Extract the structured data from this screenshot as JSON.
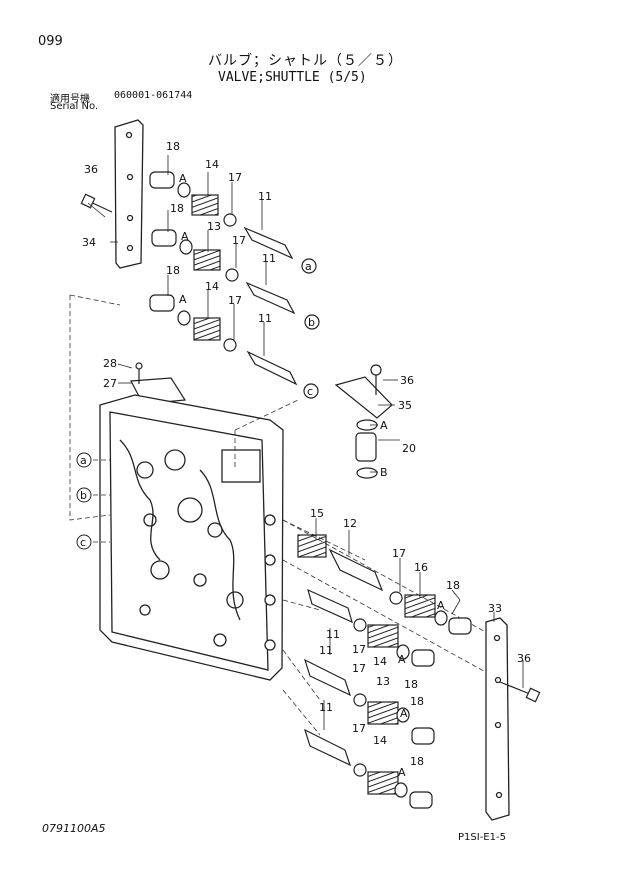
{
  "header": {
    "page_number": "099",
    "title_jp": "バルブ；シャトル（５／５）",
    "title_en": "VALVE;SHUTTLE (5/5)",
    "serial_label_jp": "適用号機",
    "serial_label_en": "Serial No.",
    "serial_range": "060001-061744"
  },
  "footer": {
    "drawing_code": "0791100A5",
    "page_code": "P1SI-E1-5"
  },
  "callouts": {
    "n11": "11",
    "n12": "12",
    "n13": "13",
    "n14": "14",
    "n15": "15",
    "n16": "16",
    "n17": "17",
    "n18": "18",
    "n20": "20",
    "n27": "27",
    "n28": "28",
    "n33": "33",
    "n34": "34",
    "n35": "35",
    "n36": "36",
    "A": "A",
    "B": "B",
    "a": "a",
    "b": "b",
    "c": "c"
  }
}
